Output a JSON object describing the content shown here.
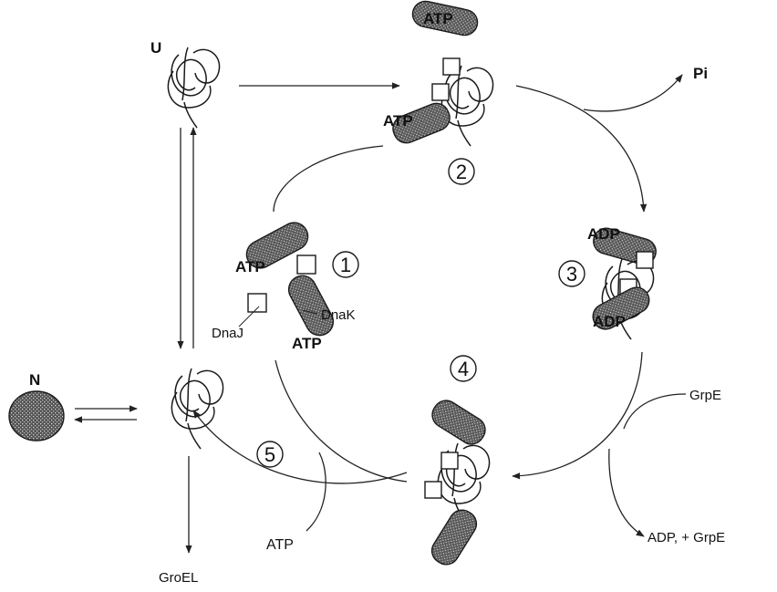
{
  "labels": {
    "unfolded": "U",
    "native": "N",
    "phosphate": "Pi",
    "dnaj": "DnaJ",
    "dnak": "DnaK",
    "grpe_in": "GrpE",
    "adp_grpe_out": "ADP, + GrpE",
    "groel": "GroEL",
    "atp_step5": "ATP"
  },
  "step_numbers": [
    "1",
    "2",
    "3",
    "4",
    "5"
  ],
  "nucleotides": {
    "atp": "ATP",
    "adp": "ADP"
  },
  "colors": {
    "ink": "#1a1a1a",
    "stipple": "#555555"
  }
}
